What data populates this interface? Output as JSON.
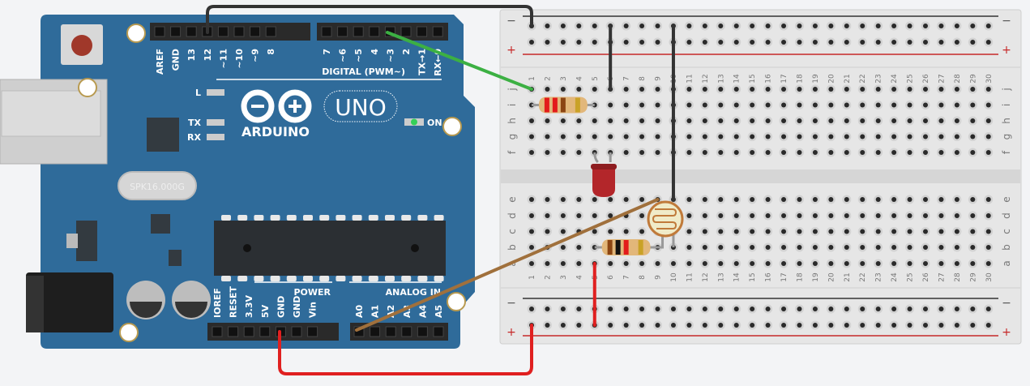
{
  "arduino": {
    "brand": "ARDUINO",
    "model": "UNO",
    "crystal": "SPK16.000G",
    "leds": {
      "l": "L",
      "tx": "TX",
      "rx": "RX",
      "on": "ON"
    },
    "digital_title": "DIGITAL (PWM~)",
    "digital_pins_left": [
      "AREF",
      "GND",
      "13",
      "12",
      "~11",
      "~10",
      "~9",
      "8"
    ],
    "digital_pins_right": [
      "7",
      "~6",
      "~5",
      "4",
      "~3",
      "2",
      "TX→1",
      "RX←0"
    ],
    "power_title": "POWER",
    "power_pins": [
      "IOREF",
      "RESET",
      "3.3V",
      "5V",
      "GND",
      "GND",
      "Vin"
    ],
    "analog_title": "ANALOG IN",
    "analog_pins": [
      "A0",
      "A1",
      "A2",
      "A3",
      "A4",
      "A5"
    ],
    "board_color": "#2f6b9a",
    "on_led_color": "#34d058"
  },
  "breadboard": {
    "columns": [
      "1",
      "2",
      "3",
      "4",
      "5",
      "6",
      "7",
      "8",
      "9",
      "10",
      "11",
      "12",
      "13",
      "14",
      "15",
      "16",
      "17",
      "18",
      "19",
      "20",
      "21",
      "22",
      "23",
      "24",
      "25",
      "26",
      "27",
      "28",
      "29",
      "30"
    ],
    "top_rows": [
      "j",
      "i",
      "h",
      "g",
      "f"
    ],
    "bottom_rows": [
      "e",
      "d",
      "c",
      "b",
      "a"
    ],
    "rail_minus": "−",
    "rail_plus": "+"
  },
  "components": {
    "resistor_top_bands": [
      "#e31b1b",
      "#e31b1b",
      "#8b4513",
      "#c9a227"
    ],
    "resistor_bottom_bands": [
      "#8b4513",
      "#111111",
      "#e31b1b",
      "#c9a227"
    ],
    "led_color": "#b3262a",
    "photoresistor": "photoresistor"
  },
  "wires": {
    "gnd": "#333333",
    "signal_pin3": "#3cb043",
    "analog_a0": "#a0703c",
    "power_5v": "#e02020"
  }
}
